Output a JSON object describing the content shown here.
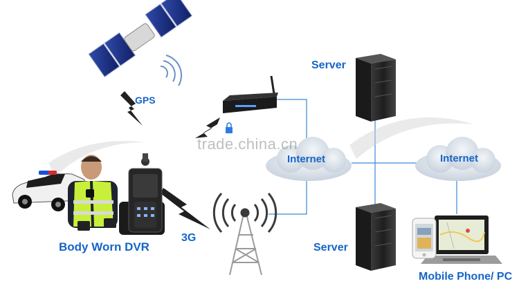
{
  "labels": {
    "gps": "GPS",
    "cellular": "3G",
    "body_worn_dvr": "Body Worn DVR",
    "server_top": "Server",
    "server_bottom": "Server",
    "internet_left": "Internet",
    "internet_right": "Internet",
    "mobile_pc": "Mobile Phone/ PC"
  },
  "watermark": "trade.china.cn",
  "colors": {
    "label_blue": "#1565c8",
    "link_line": "#3b86d6",
    "cloud": "#d9e1ea",
    "server": "#2a2a2a"
  }
}
